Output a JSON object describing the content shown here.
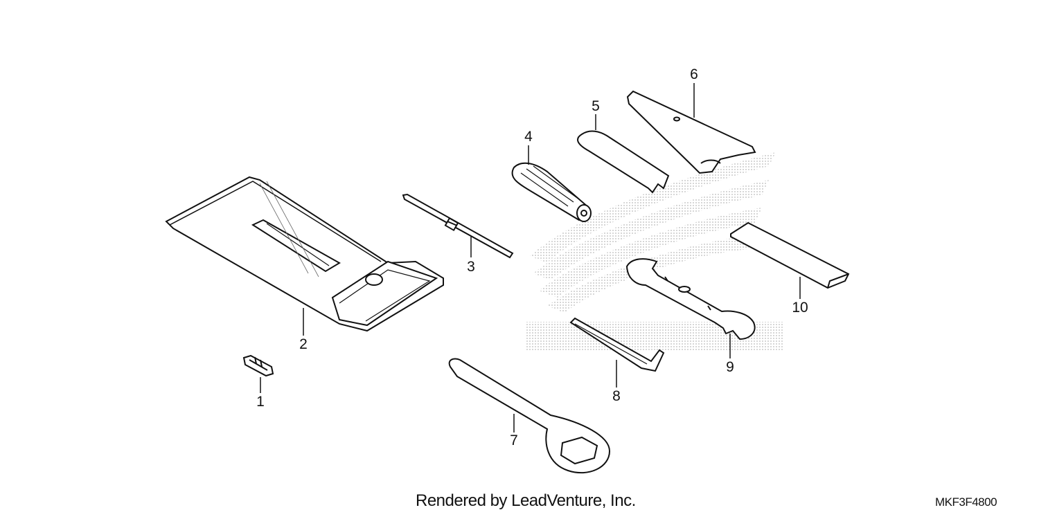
{
  "callouts": {
    "c1": "1",
    "c2": "2",
    "c3": "3",
    "c4": "4",
    "c5": "5",
    "c6": "6",
    "c7": "7",
    "c8": "8",
    "c9": "9",
    "c10": "10"
  },
  "watermark": {
    "color": "#b8b8b8"
  },
  "footer": {
    "credit": "Rendered by LeadVenture, Inc.",
    "code": "MKF3F4800"
  }
}
